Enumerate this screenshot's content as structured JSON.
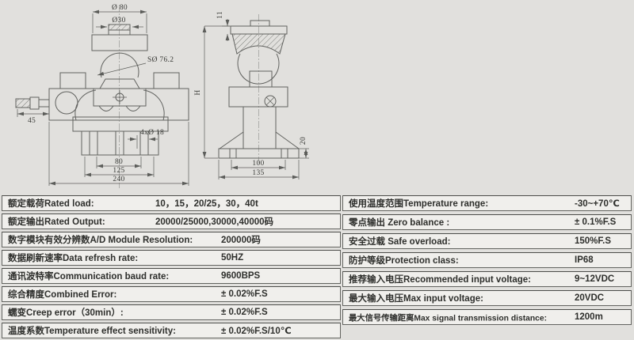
{
  "colors": {
    "background": "#e1e0dd",
    "row_background": "#f0efec",
    "row_border": "#62635f",
    "text": "#2e2f2c",
    "drawing_line": "#61625f"
  },
  "drawing": {
    "front_view": {
      "top_diameter": "Ø 80",
      "boss_diameter": "Ø30",
      "sphere_diameter": "SØ 76.2",
      "cable_length": "45",
      "mounting_holes": "4xØ 18",
      "bolt_spacing": "80",
      "base_spacing": "125",
      "overall_width": "240",
      "overall_height": "H"
    },
    "side_view": {
      "plate_thickness": "11",
      "base_height": "20",
      "base_width_inner": "100",
      "base_width_outer": "135"
    }
  },
  "specs_left": [
    {
      "label": "额定载荷Rated load:",
      "value": "10，15，20/25，30，40t"
    },
    {
      "label": "额定输出Rated Output:",
      "value": "20000/25000,30000,40000码"
    },
    {
      "label": "数字模块有效分辨数A/D Module Resolution:",
      "value": "200000码"
    },
    {
      "label": "数据刷新速率Data refresh rate:",
      "value": "50HZ"
    },
    {
      "label": "通讯波特率Communication baud rate:",
      "value": "9600BPS"
    },
    {
      "label": "综合精度Combined Error:",
      "value": "± 0.02%F.S"
    },
    {
      "label": "蠕变Creep error（30min）:",
      "value": "± 0.02%F.S"
    },
    {
      "label": "温度系数Temperature effect sensitivity:",
      "value": "± 0.02%F.S/10℃"
    }
  ],
  "specs_right": [
    {
      "label": "使用温度范围Temperature range:",
      "value": "-30~+70℃"
    },
    {
      "label": "零点输出 Zero balance :",
      "value": "± 0.1%F.S"
    },
    {
      "label": "安全过载 Safe overload:",
      "value": "150%F.S"
    },
    {
      "label": "防护等级Protection class:",
      "value": "IP68"
    },
    {
      "label": "推荐输入电压Recommended input voltage:",
      "value": "9~12VDC"
    },
    {
      "label": "最大输入电压Max input voltage:",
      "value": "20VDC"
    },
    {
      "label": "最大信号传输距离Max signal transmission distance:",
      "value": "1200m"
    }
  ]
}
